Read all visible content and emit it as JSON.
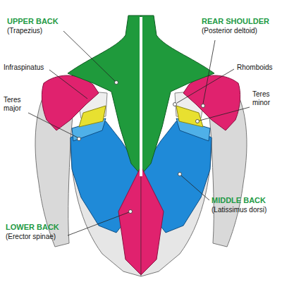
{
  "diagram": {
    "labels": [
      "UPPER BACK",
      "(Trapezius)",
      "REAR SHOULDER",
      "(Posterior deltoid)",
      "Infraspinatus",
      "Rhomboids",
      "Teres major",
      "Teres minor",
      "MIDDLE BACK",
      "(Latissimus dorsi)",
      "LOWER BACK",
      "(Erector spinae)"
    ]
  }
}
